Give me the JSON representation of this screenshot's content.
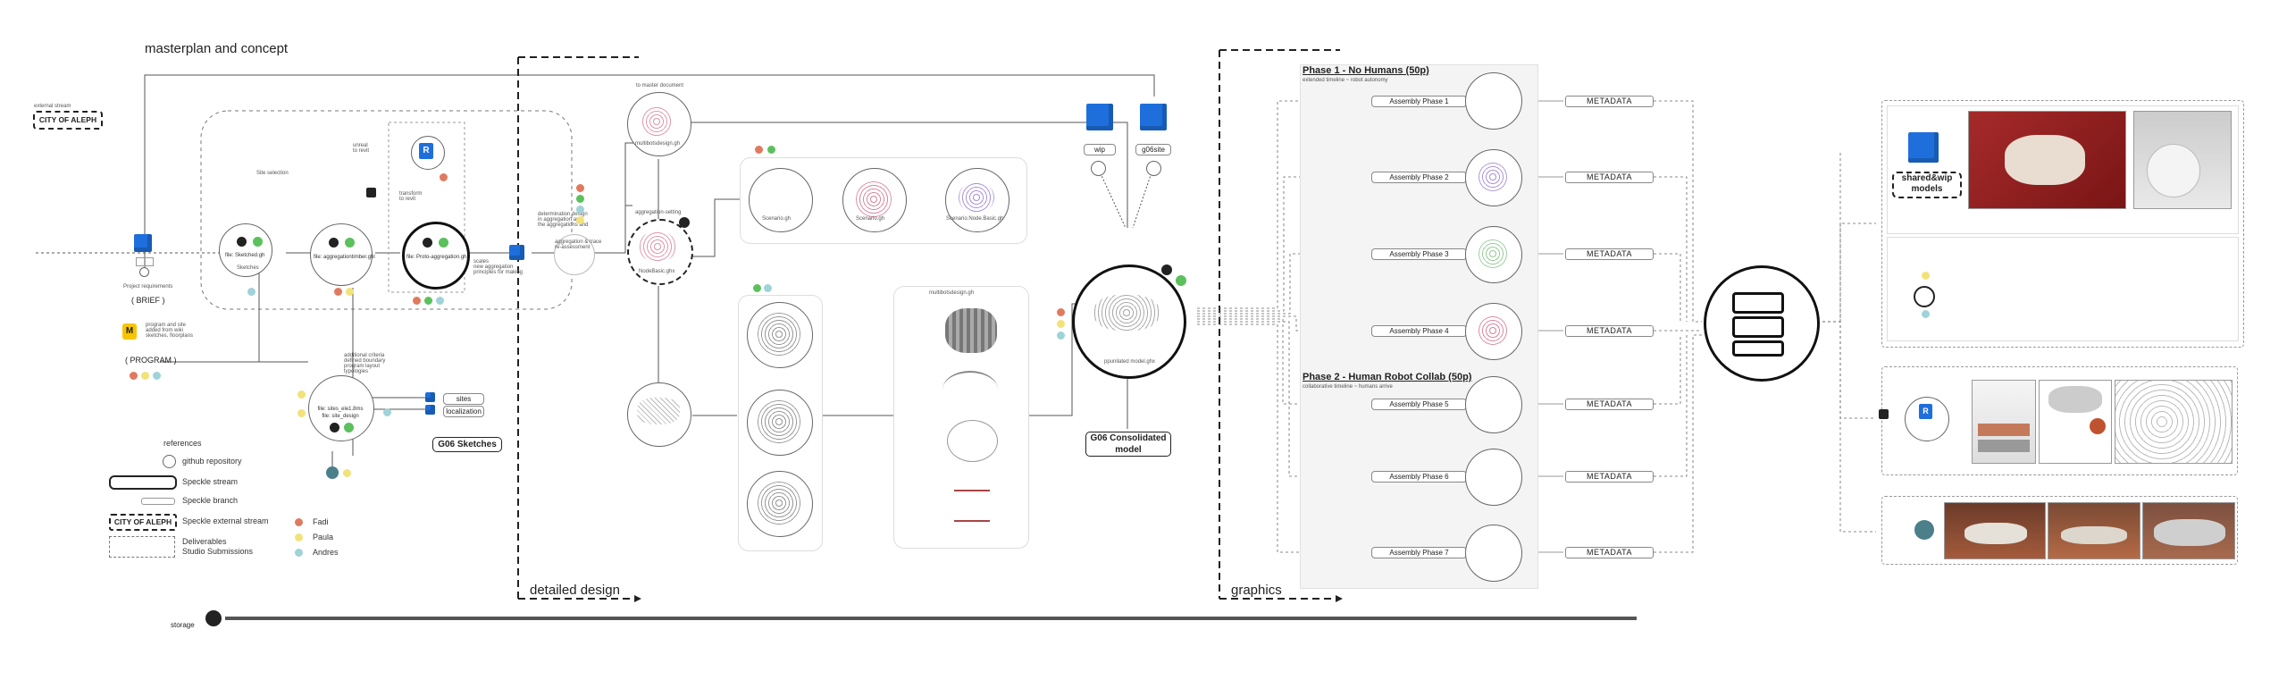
{
  "sections": {
    "masterplan": "masterplan and concept",
    "detailed": "detailed design",
    "graphics": "graphics",
    "storage": "storage"
  },
  "external_stream": "CITY OF ALEPH",
  "brief": "( BRIEF )",
  "program": "( PROGRAM )",
  "masterplan_nodes": [
    "file: Sketched.gh",
    "file: aggregationtimber.ghl",
    "file: Proto-aggregation.gh"
  ],
  "program_nodes": [
    "file: sites_ele1.8ms",
    "file: site_design"
  ],
  "sketch_pills": [
    "sites",
    "localization"
  ],
  "g06_sketches": "G06 Sketches",
  "g06_consolidated_1": "G06 Consolidated",
  "g06_consolidated_2": "model",
  "detailed_nodes": [
    "Scenario.gh",
    "Scenario.gh",
    "Scenario.Node.Basic.gh"
  ],
  "stream_tags": [
    "wip",
    "g06site"
  ],
  "phases": {
    "phase1": "Phase 1 - No Humans (50p)",
    "phase2": "Phase 2 - Human Robot Collab (50p)"
  },
  "assembly_phases": [
    "Assembly Phase 1",
    "Assembly Phase 2",
    "Assembly Phase 3",
    "Assembly Phase 4",
    "Assembly Phase 5",
    "Assembly Phase 6",
    "Assembly Phase 7"
  ],
  "metadata_label": "METADATA",
  "shared_models_1": "shared&wip",
  "shared_models_2": "models",
  "legend": {
    "title": "references",
    "items": [
      "github repository",
      "Speckle stream",
      "Speckle branch",
      "Speckle external stream",
      "Deliverables",
      "Studio Submissions"
    ],
    "people": [
      {
        "name": "Fadi",
        "color": "#e07a5f"
      },
      {
        "name": "Paula",
        "color": "#f2e27a"
      },
      {
        "name": "Andres",
        "color": "#9fd3d8"
      }
    ]
  },
  "colors": {
    "speckle_blue": "#1e6fdc",
    "accent_green": "#5cc15c",
    "note_red": "#c0392b"
  }
}
